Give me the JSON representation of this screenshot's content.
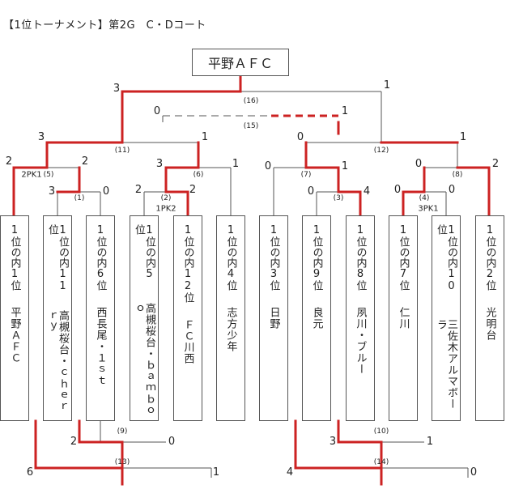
{
  "title": "【1位トーナメント】第2G　C・Dコート",
  "champion": "平野ＡＦＣ",
  "teams": [
    {
      "seed": "1位の内1位",
      "name": "平野ＡＦＣ"
    },
    {
      "seed": "1位の内11位",
      "name": "高槻桜台・ｃｈｅｒｒｙ"
    },
    {
      "seed": "1位の内6位",
      "name": "西長尾・１ｓｔ"
    },
    {
      "seed": "1位の内5位",
      "name": "高槻桜台・ｂａｍｂｏｏ"
    },
    {
      "seed": "1位の内12位",
      "name": "ＦＣ川西"
    },
    {
      "seed": "1位の内4位",
      "name": "志方少年"
    },
    {
      "seed": "1位の内3位",
      "name": "日野"
    },
    {
      "seed": "1位の内9位",
      "name": "良元"
    },
    {
      "seed": "1位の内8位",
      "name": "夙川・ブルー"
    },
    {
      "seed": "1位の内7位",
      "name": "仁川"
    },
    {
      "seed": "1位の内10位",
      "name": "三佐木アルマボーラ"
    },
    {
      "seed": "1位の内2位",
      "name": "光明台"
    }
  ],
  "matches": {
    "m1": {
      "label": "(1)",
      "left_score": "3",
      "right_score": "0"
    },
    "m2": {
      "label": "(2)",
      "left_score": "2",
      "right_score": "2",
      "pk": "1PK2"
    },
    "m3": {
      "label": "(3)",
      "left_score": "0",
      "right_score": "4"
    },
    "m4": {
      "label": "(4)",
      "left_score": "0",
      "right_score": "0",
      "pk": "3PK1"
    },
    "m5": {
      "label": "(5)",
      "left_score": "2",
      "right_score": "2",
      "pk": "2PK1"
    },
    "m6": {
      "label": "(6)",
      "left_score": "3",
      "right_score": "1"
    },
    "m7": {
      "label": "(7)",
      "left_score": "0",
      "right_score": "1"
    },
    "m8": {
      "label": "(8)",
      "left_score": "0",
      "right_score": "2"
    },
    "m11": {
      "label": "(11)",
      "left_score": "3",
      "right_score": "1"
    },
    "m12": {
      "label": "(12)",
      "left_score": "0",
      "right_score": "1"
    },
    "m15": {
      "label": "(15)",
      "left_score": "0",
      "right_score": "1"
    },
    "m16": {
      "label": "(16)",
      "left_score": "3",
      "right_score": "1"
    },
    "m9": {
      "label": "(9)",
      "left_score": "2",
      "right_score": "0"
    },
    "m10": {
      "label": "(10)",
      "left_score": "3",
      "right_score": "1"
    },
    "m13": {
      "label": "(13)",
      "left_score": "6",
      "right_score": "1"
    },
    "m14": {
      "label": "(14)",
      "left_score": "4",
      "right_score": "0"
    }
  },
  "colors": {
    "win": "#cc2222",
    "line": "#555555"
  }
}
